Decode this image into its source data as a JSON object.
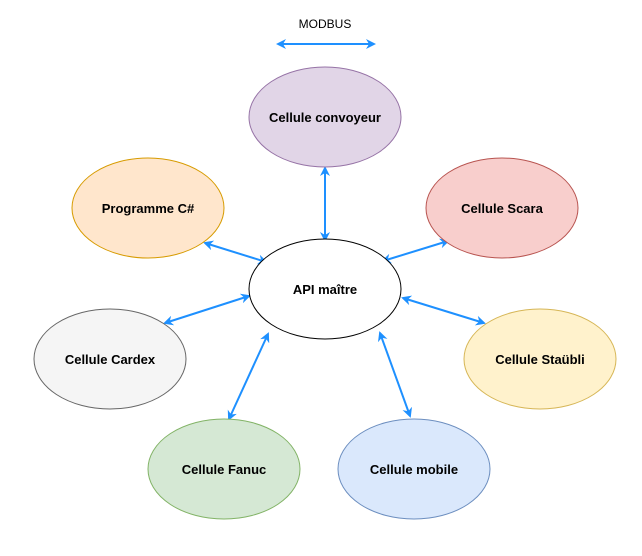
{
  "legend": {
    "label": "MODBUS",
    "arrow": "double-headed-arrow"
  },
  "colors": {
    "arrow": "#1e90ff",
    "center_fill": "#ffffff",
    "center_stroke": "#000000"
  },
  "nodes": {
    "center": {
      "label": "API maître"
    },
    "convoyeur": {
      "label": "Cellule convoyeur",
      "fill": "#e1d5e7",
      "stroke": "#9673a6"
    },
    "scara": {
      "label": "Cellule Scara",
      "fill": "#f8cecc",
      "stroke": "#b85450"
    },
    "staubli": {
      "label": "Cellule Staübli",
      "fill": "#fff2cc",
      "stroke": "#d6b656"
    },
    "mobile": {
      "label": "Cellule mobile",
      "fill": "#dae8fc",
      "stroke": "#6c8ebf"
    },
    "fanuc": {
      "label": "Cellule Fanuc",
      "fill": "#d5e8d4",
      "stroke": "#82b366"
    },
    "cardex": {
      "label": "Cellule Cardex",
      "fill": "#f5f5f5",
      "stroke": "#666666"
    },
    "programme": {
      "label": "Programme C#",
      "fill": "#ffe6cc",
      "stroke": "#d79b00"
    }
  },
  "edges": [
    {
      "from": "center",
      "to": "convoyeur"
    },
    {
      "from": "center",
      "to": "scara"
    },
    {
      "from": "center",
      "to": "staubli"
    },
    {
      "from": "center",
      "to": "mobile"
    },
    {
      "from": "center",
      "to": "fanuc"
    },
    {
      "from": "center",
      "to": "cardex"
    },
    {
      "from": "center",
      "to": "programme"
    }
  ]
}
